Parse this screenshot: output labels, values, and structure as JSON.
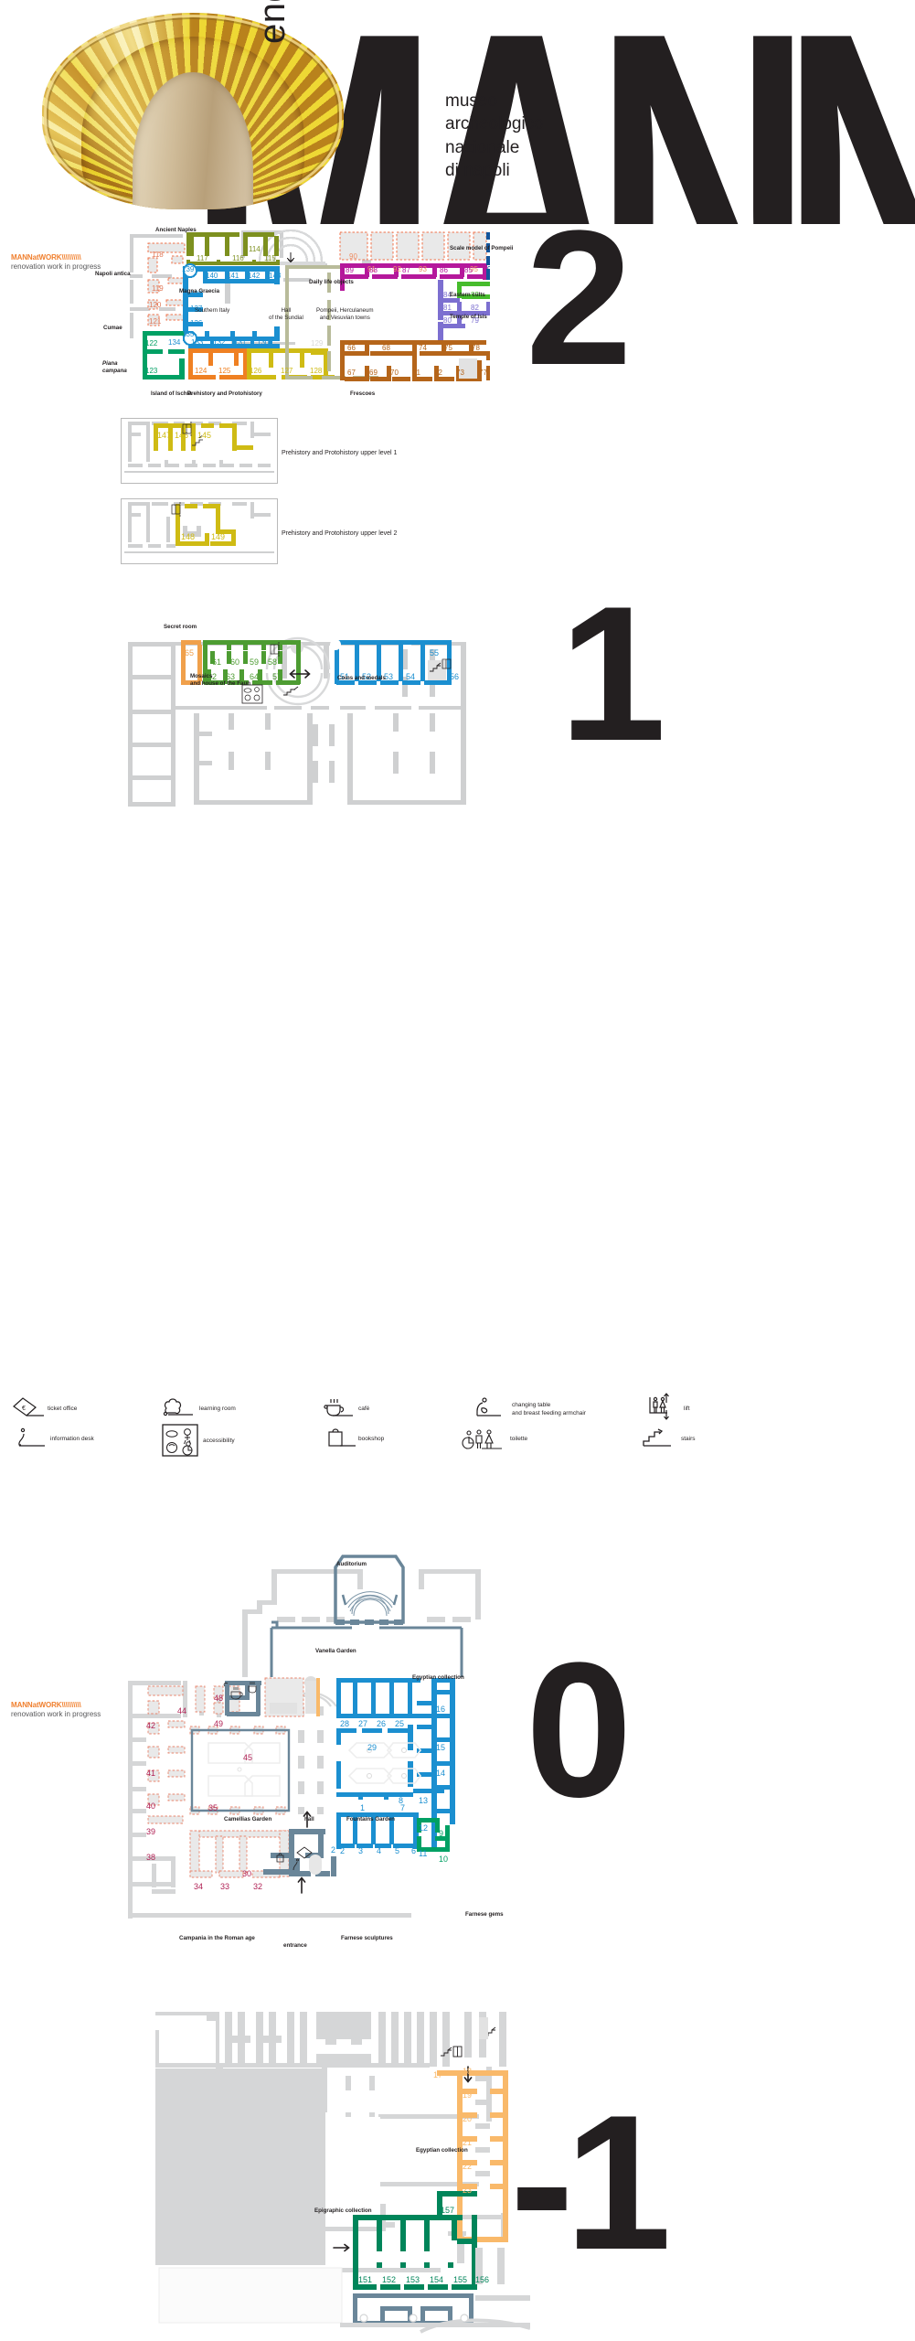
{
  "header": {
    "logo_letters": "MANN",
    "language": "english",
    "museum_name_lines": [
      "museo",
      "archeologico",
      "nazionale",
      "di napoli"
    ],
    "artifact": "gold-torque-ornament"
  },
  "mann_at_work": {
    "title": "MANNatWORK\\\\\\\\\\\\\\\\\\\\",
    "subtitle": "renovation work in progress"
  },
  "floors": [
    {
      "number": "2",
      "sections": [
        {
          "label": "Ancient Naples",
          "color": "#6f8b1e"
        },
        {
          "label": "Napoli antica",
          "color": "#231f20"
        },
        {
          "label": "Cumae",
          "color": "#231f20"
        },
        {
          "label": "Piana campana",
          "color": "#231f20",
          "italic": true
        },
        {
          "label": "Magna Graecia",
          "color": "#231f20"
        },
        {
          "label": "Southern Italy",
          "color": "#231f20"
        },
        {
          "label": "Island of Ischia",
          "color": "#231f20"
        },
        {
          "label": "Prehistory and Protohistory",
          "color": "#231f20"
        },
        {
          "label": "Hall of the Sundial",
          "color": "#231f20"
        },
        {
          "label": "Daily life objects",
          "color": "#231f20"
        },
        {
          "label": "Pompeii, Herculaneum and Vesuvian towns",
          "color": "#231f20"
        },
        {
          "label": "Frescoes",
          "color": "#231f20"
        },
        {
          "label": "Scale model of Pompeii",
          "color": "#231f20"
        },
        {
          "label": "Eastern cults",
          "color": "#231f20"
        },
        {
          "label": "Temple of Isis",
          "color": "#231f20"
        }
      ],
      "rooms": {
        "ancient_naples": [
          "114",
          "115",
          "116",
          "117"
        ],
        "napoli_antica": [
          "118",
          "119",
          "120",
          "121"
        ],
        "piana_campana": [
          "122",
          "123"
        ],
        "island_of_ischia": [
          "124",
          "125"
        ],
        "prehistory": [
          "126",
          "127",
          "128",
          "129"
        ],
        "magna_graecia": [
          "130",
          "131",
          "132",
          "133",
          "134",
          "135",
          "136",
          "137",
          "138",
          "139",
          "140",
          "141",
          "142",
          "143"
        ],
        "scale_model": [
          "96"
        ],
        "daily_life": [
          "85",
          "86",
          "87",
          "88",
          "89"
        ],
        "pompeii_closed": [
          "90",
          "91",
          "92",
          "93",
          "95"
        ],
        "eastern_cults": [
          "83"
        ],
        "temple_of_isis": [
          "79",
          "80",
          "81",
          "82",
          "84"
        ],
        "frescoes": [
          "66",
          "67",
          "68",
          "69",
          "70",
          "71",
          "72",
          "73",
          "74",
          "75",
          "77",
          "78"
        ]
      }
    },
    {
      "number": "1",
      "sections": [
        {
          "label": "Secret room",
          "color": "#231f20"
        },
        {
          "label": "Mosaics and house of the Faun",
          "color": "#231f20"
        },
        {
          "label": "Coins and medals",
          "color": "#231f20"
        }
      ],
      "rooms": {
        "secret_room": [
          "65"
        ],
        "mosaics": [
          "57",
          "58",
          "59",
          "60",
          "61",
          "62",
          "63",
          "64"
        ],
        "coins_and_medals": [
          "51",
          "52",
          "53",
          "54",
          "55",
          "56"
        ]
      }
    },
    {
      "number": "0",
      "sections": [
        {
          "label": "Auditorium",
          "color": "#231f20"
        },
        {
          "label": "Vanella Garden",
          "color": "#231f20"
        },
        {
          "label": "Camellias Garden",
          "color": "#231f20"
        },
        {
          "label": "Fountains Garden",
          "color": "#231f20"
        },
        {
          "label": "hall",
          "color": "#231f20"
        },
        {
          "label": "entrance",
          "color": "#231f20"
        },
        {
          "label": "Campania in the Roman age",
          "color": "#231f20"
        },
        {
          "label": "Farnese sculptures",
          "color": "#231f20"
        },
        {
          "label": "Farnese gems",
          "color": "#231f20"
        },
        {
          "label": "Egyptian collection",
          "color": "#231f20"
        }
      ],
      "rooms": {
        "farnese_sculptures": [
          "1",
          "2",
          "3",
          "4",
          "5",
          "6",
          "7",
          "8",
          "11",
          "12",
          "13",
          "14",
          "15",
          "25",
          "26",
          "27",
          "28",
          "29"
        ],
        "farnese_gems": [
          "9",
          "10"
        ],
        "egyptian": [
          "16"
        ],
        "campania_roman_age": [
          "30",
          "32",
          "33",
          "34",
          "35",
          "38",
          "39",
          "40",
          "41",
          "42",
          "44",
          "45",
          "48",
          "49"
        ]
      }
    },
    {
      "number": "-1",
      "sections": [
        {
          "label": "Egyptian collection",
          "color": "#231f20"
        },
        {
          "label": "Epigraphic collection",
          "color": "#231f20"
        }
      ],
      "rooms": {
        "egyptian_collection": [
          "17",
          "18",
          "19",
          "20",
          "21",
          "22",
          "23"
        ],
        "epigraphic_collection": [
          "151",
          "152",
          "153",
          "154",
          "155",
          "156",
          "157"
        ]
      }
    }
  ],
  "upper_levels": [
    {
      "label": "Prehistory and Protohistory upper level 1",
      "rooms": [
        "145",
        "146",
        "147"
      ]
    },
    {
      "label": "Prehistory and Protohistory upper level 2",
      "rooms": [
        "148",
        "149"
      ]
    }
  ],
  "legend": [
    {
      "icon": "ticket-icon",
      "label": "ticket office"
    },
    {
      "icon": "information-icon",
      "label": "information desk"
    },
    {
      "icon": "learning-room-icon",
      "label": "learning room"
    },
    {
      "icon": "accessibility-icon",
      "label": "accessibility"
    },
    {
      "icon": "cafe-icon",
      "label": "café"
    },
    {
      "icon": "bookshop-icon",
      "label": "bookshop"
    },
    {
      "icon": "changing-table-icon",
      "label": "changing table\nand breast feeding armchair"
    },
    {
      "icon": "toilette-icon",
      "label": "toilette"
    },
    {
      "icon": "lift-icon",
      "label": "lift"
    },
    {
      "icon": "stairs-icon",
      "label": "stairs"
    }
  ],
  "colors": {
    "olive": "#7d901f",
    "blue": "#1b8fd0",
    "green": "#00a064",
    "orange": "#ef8022",
    "yellow": "#cfbb14",
    "magenta": "#b5189b",
    "purple": "#7c6fd0",
    "lightgreen": "#46bc2c",
    "navy": "#13559b",
    "brown": "#b5651a",
    "darkblue": "#0f78c8",
    "sage": "#b8bb9a",
    "grey": "#cfd0d1",
    "salmon": "#f4a08a",
    "crimson": "#b02054",
    "steel": "#6a8699",
    "peach": "#f9b96a",
    "teal": "#00855a",
    "mann_orange": "#f07f2d"
  }
}
